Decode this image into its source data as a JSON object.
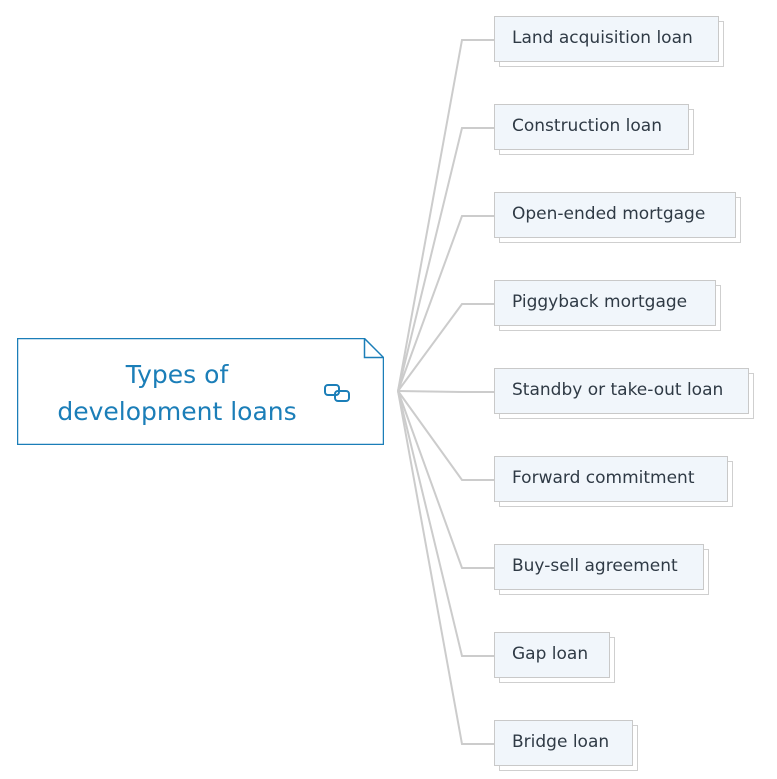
{
  "root": {
    "title": "Types of\ndevelopment loans",
    "link_icon": "linked-boxes-icon"
  },
  "topics": [
    {
      "label": "Land acquisition loan"
    },
    {
      "label": "Construction loan"
    },
    {
      "label": "Open-ended mortgage"
    },
    {
      "label": "Piggyback mortgage"
    },
    {
      "label": "Standby or take-out loan"
    },
    {
      "label": "Forward commitment"
    },
    {
      "label": "Buy-sell agreement"
    },
    {
      "label": "Gap loan"
    },
    {
      "label": "Bridge loan"
    }
  ],
  "colors": {
    "root_border": "#1b7eb8",
    "root_text": "#1b7eb8",
    "topic_fill": "#f1f6fb",
    "topic_border": "#c9c9c9",
    "connector": "#cccccc",
    "topic_text": "#2f3a45"
  }
}
